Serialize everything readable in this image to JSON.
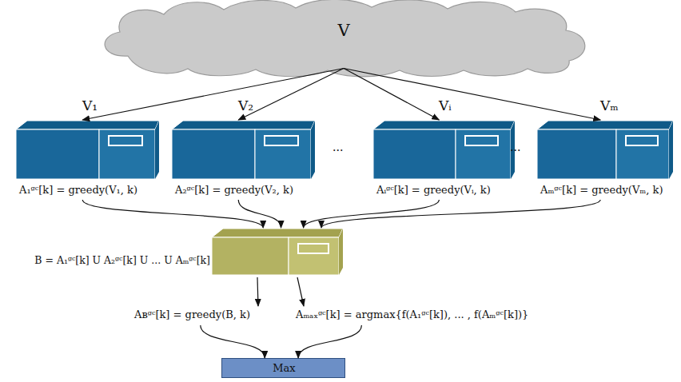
{
  "diagram": {
    "nodes": [
      {
        "text": [
          "V"
        ]
      },
      {
        "text": [
          "V₁",
          "A₁ᵍᶜ[k] = greedy(V₁, k)"
        ]
      },
      {
        "text": [
          "V₂",
          "A₂ᵍᶜ[k] = greedy(V₂, k)"
        ]
      },
      {
        "text": [
          "Vᵢ",
          "Aᵢᵍᶜ[k] = greedy(Vᵢ, k)"
        ]
      },
      {
        "text": [
          "Vₘ",
          "Aₘᵍᶜ[k] = greedy(Vₘ, k)"
        ]
      },
      {
        "text": [
          "B = A₁ᵍᶜ[k] U A₂ᵍᶜ[k] U ... U Aₘᵍᶜ[k]",
          "Aʙᵍᶜ[k] = greedy(B, k)",
          "Aₘₐₓᵍᶜ[k] = argmax{f(A₁ᵍᶜ[k]), ... , f(Aₘᵍᶜ[k])}"
        ]
      },
      {
        "text": [
          "Max"
        ]
      }
    ],
    "edges": [
      {
        "from": 0,
        "to": 1,
        "arrow": "to"
      },
      {
        "from": 0,
        "to": 2,
        "arrow": "to"
      },
      {
        "from": 0,
        "to": 3,
        "arrow": "to"
      },
      {
        "from": 0,
        "to": 4,
        "arrow": "to"
      },
      {
        "from": 1,
        "to": 5,
        "arrow": "to"
      },
      {
        "from": 2,
        "to": 5,
        "arrow": "to"
      },
      {
        "from": 3,
        "to": 5,
        "arrow": "to"
      },
      {
        "from": 4,
        "to": 5,
        "arrow": "to"
      },
      {
        "from": 5,
        "to": 6,
        "arrow": "to"
      },
      {
        "from": 5,
        "to": 6,
        "arrow": "to"
      }
    ],
    "labels": [
      "...",
      "..."
    ]
  }
}
